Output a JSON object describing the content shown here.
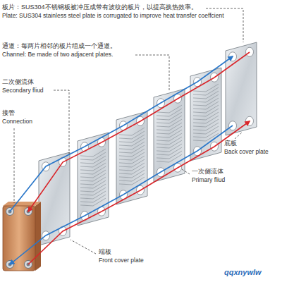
{
  "diagram": {
    "labels": [
      "板片：SUS304不锈钢板被冲压成带有波纹的板片，以提高换热效率。",
      "Plate: SUS304 stainless steel plate is corrugated to improve heat transfer coeffcient",
      "通道：每两片相邻的板片组成一个通道。",
      "Channel: Be made of two adjacent plates.",
      "二次侧流体",
      "Secondary fliud",
      "接管",
      "Connection",
      "底板",
      "Back cover plate",
      "一次侧流体",
      "Primary fliud",
      "端板",
      "Front cover plate",
      "qqxnywlw"
    ]
  }
}
